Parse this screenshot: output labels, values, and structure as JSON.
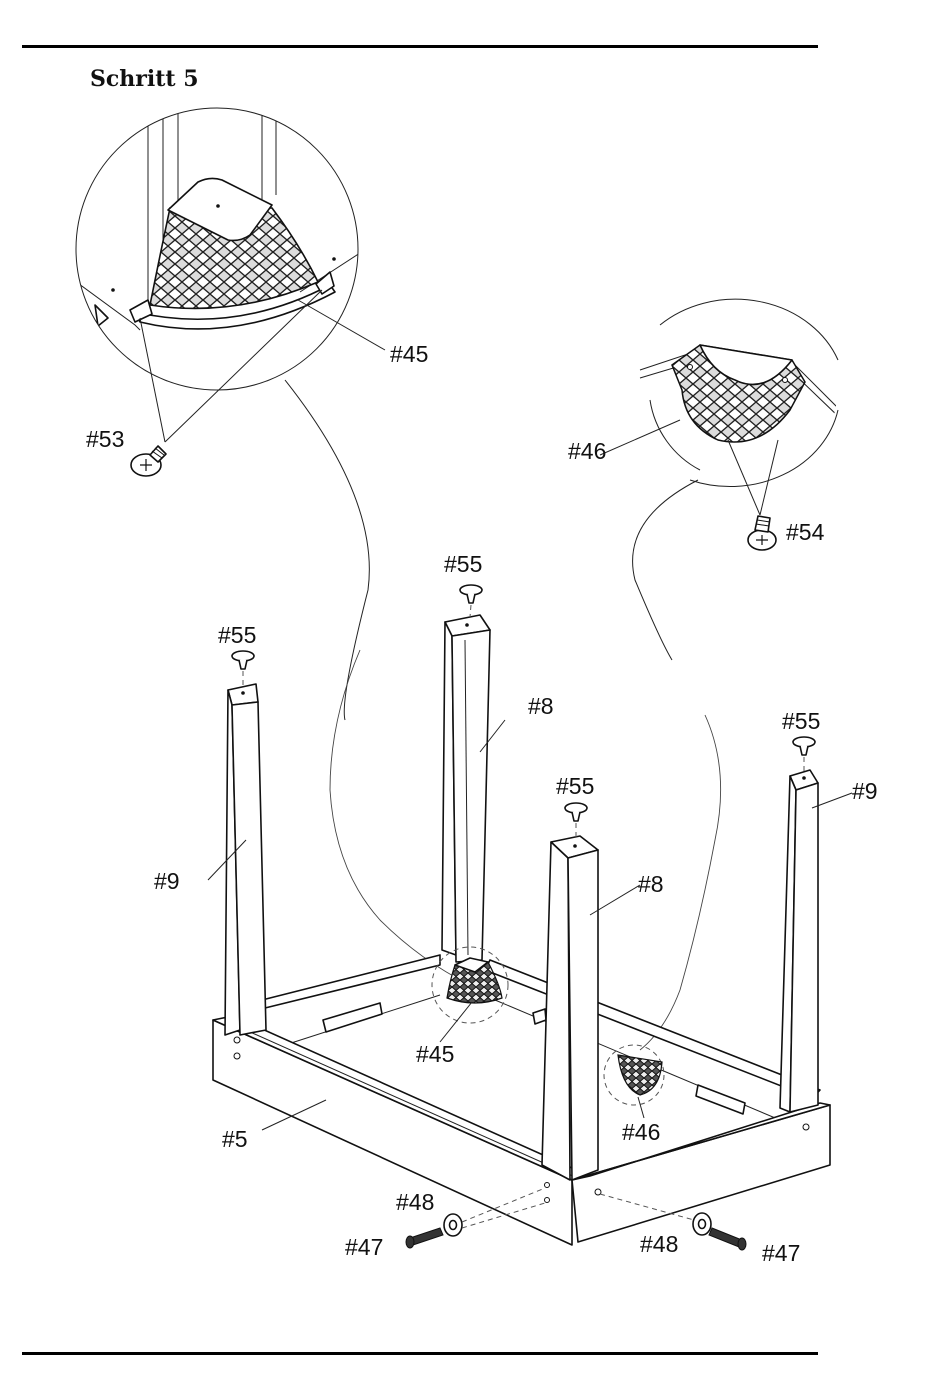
{
  "step": {
    "title": "Schritt 5"
  },
  "labels": {
    "p45_detail": "#45",
    "p53": "#53",
    "p46_detail": "#46",
    "p54": "#54",
    "p55_center": "#55",
    "p55_left": "#55",
    "p55_right": "#55",
    "p55_front": "#55",
    "p8_back": "#8",
    "p8_front": "#8",
    "p9_left": "#9",
    "p9_right": "#9",
    "p45_main": "#45",
    "p46_main": "#46",
    "p5": "#5",
    "p48_left": "#48",
    "p47_left": "#47",
    "p48_right": "#48",
    "p47_right": "#47"
  }
}
